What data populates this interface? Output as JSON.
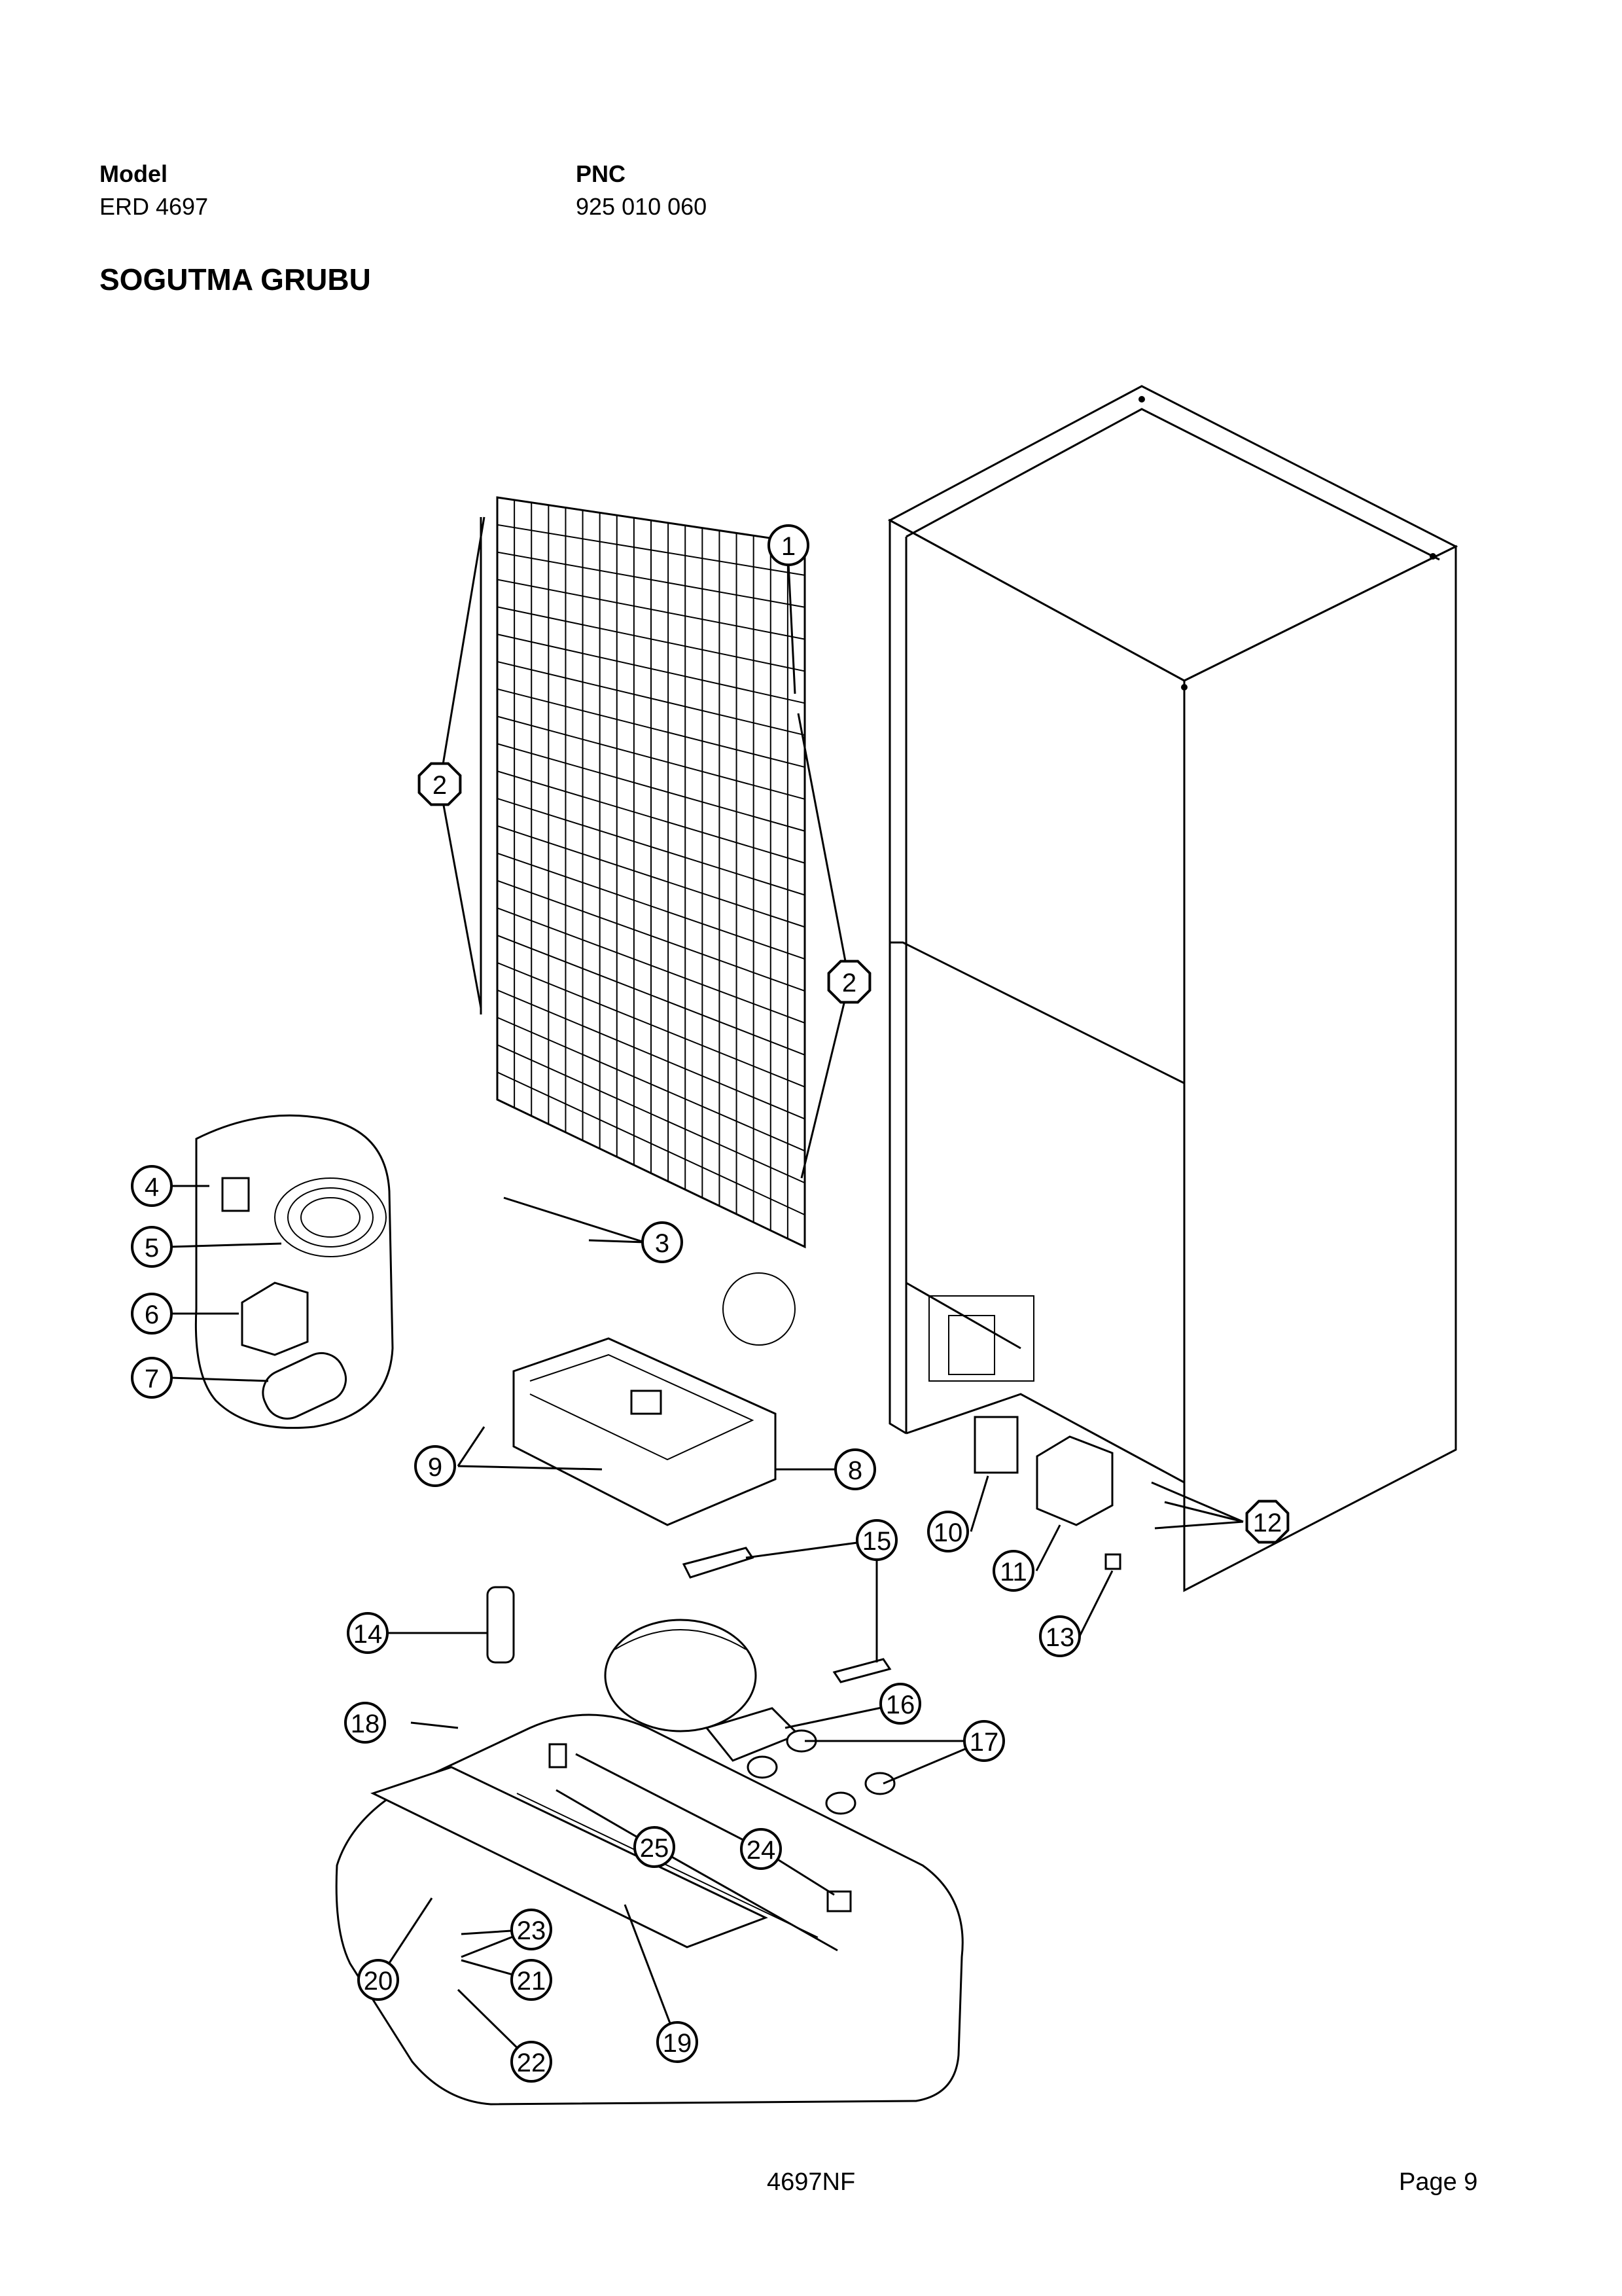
{
  "header": {
    "model_label": "Model",
    "model_value": "ERD 4697",
    "pnc_label": "PNC",
    "pnc_value": "925 010 060",
    "section_title": "SOGUTMA GRUBU"
  },
  "callouts": [
    "1",
    "2",
    "3",
    "4",
    "5",
    "6",
    "7",
    "8",
    "9",
    "10",
    "11",
    "12",
    "13",
    "14",
    "15",
    "16",
    "17",
    "18",
    "19",
    "20",
    "21",
    "22",
    "23",
    "24",
    "25"
  ],
  "footer": {
    "doc_code": "4697NF",
    "page": "Page 9"
  }
}
